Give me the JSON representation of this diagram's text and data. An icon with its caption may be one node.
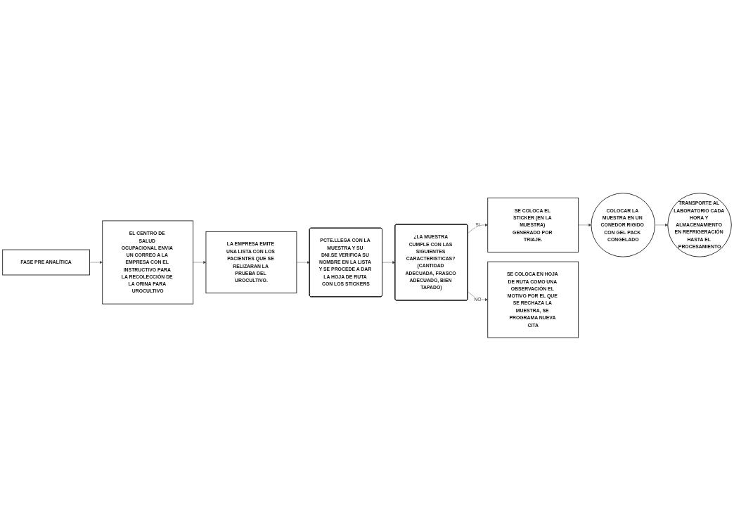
{
  "diagram": {
    "nodes": [
      {
        "text": [
          "FASE PRE ANALÍTICA"
        ]
      },
      {
        "text": [
          "EL CENTRO DE SALUD OCUPACIONAL ENVIA UN CORREO A LA EMPRESA CON EL INSTRUCTIVO PARA LA RECOLECCIÓN DE LA ORINA PARA UROCULTIVO"
        ]
      },
      {
        "text": [
          "LA EMPRESA EMITE UNA LISTA CON LOS PACIENTES QUE SE RELIZARAN LA PRUEBA DEL UROCULTIVO."
        ]
      },
      {
        "text": [
          "PCTE.LLEGA CON LA MUESTRA Y SU DNI.SE VERIFICA SU NOMBRE EN LA LISTA Y SE PROCEDE A DAR LA HOJA DE RUTA CON LOS STICKERS"
        ]
      },
      {
        "text": [
          "¿LA MUESTRA CUMPLE CON LAS SIGUIENTES CARACTERISTICAS? (CANTIDAD ADECUADA, FRASCO ADECUADO, BIEN TAPADO)"
        ]
      },
      {
        "text": [
          "SE COLOCA EL STICKER (EN LA MUESTRA) GENERADO POR TRIAJE."
        ]
      },
      {
        "text": [
          "SE COLOCA EN HOJA DE RUTA COMO UNA OBSERVACIÓN EL MOTIVO POR EL QUE SE RECHAZA LA MUESTRA, SE PROGRAMA NUEVA CITA"
        ]
      },
      {
        "text": [
          "COLOCAR LA MUESTRA EN UN CONEDOR RIGIDO CON GEL PACK CONGELADO"
        ]
      },
      {
        "text": [
          "TRANSPORTE AL LABORATORIO CADA HORA Y ALMACENAMIENTO EN REFRIGERACIÓN HASTA EL PROCESAMIENTO"
        ]
      }
    ],
    "edges": [
      {
        "from": 0,
        "to": 1,
        "arrow": "to"
      },
      {
        "from": 1,
        "to": 2,
        "arrow": "to"
      },
      {
        "from": 2,
        "to": 3,
        "arrow": "to"
      },
      {
        "from": 3,
        "to": 4,
        "arrow": "to"
      },
      {
        "from": 4,
        "to": 5,
        "arrow": "to",
        "label": "SI"
      },
      {
        "from": 4,
        "to": 6,
        "arrow": "to",
        "label": "NO"
      },
      {
        "from": 5,
        "to": 7,
        "arrow": "to"
      },
      {
        "from": 7,
        "to": 8,
        "arrow": "to"
      }
    ]
  }
}
